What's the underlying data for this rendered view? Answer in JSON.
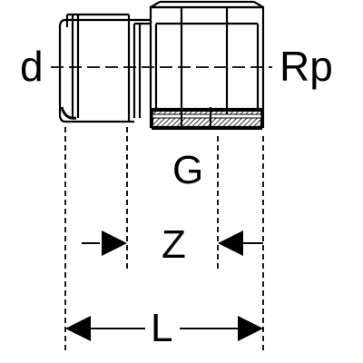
{
  "labels": {
    "d": "d",
    "rp": "Rp",
    "g": "G",
    "z": "Z",
    "l": "L"
  },
  "colors": {
    "line": "#000000",
    "background": "#ffffff"
  }
}
